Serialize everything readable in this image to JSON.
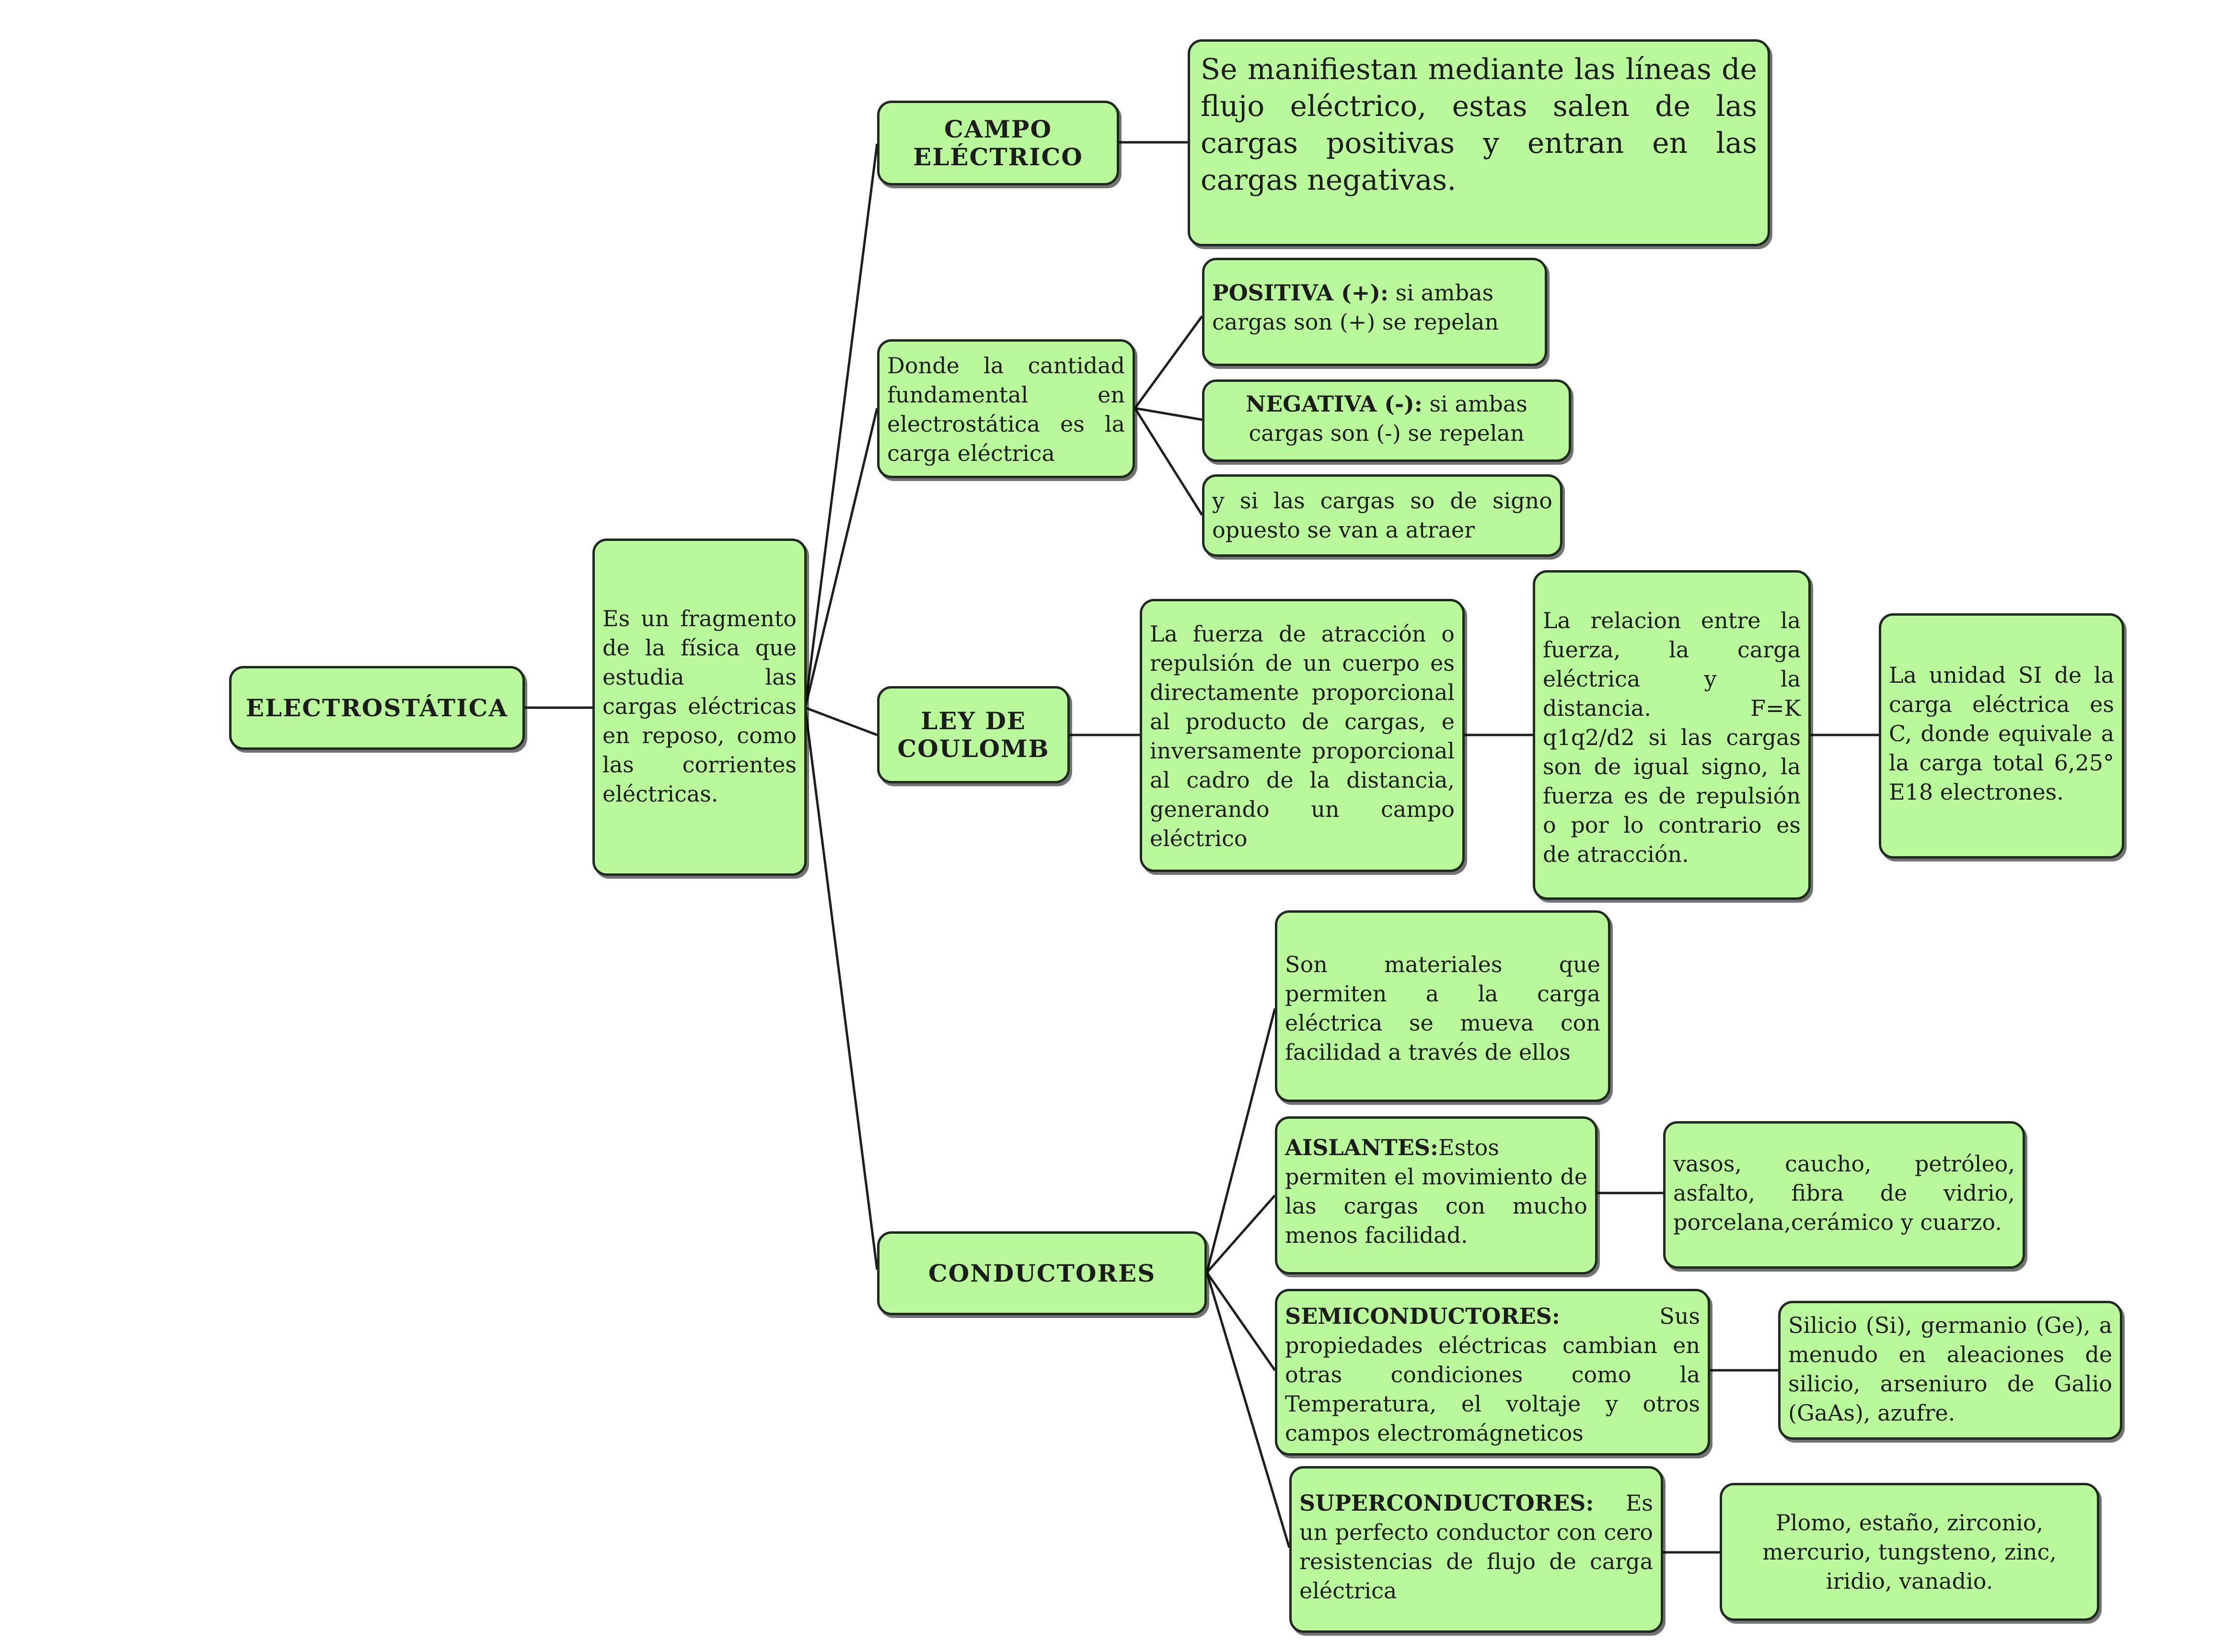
{
  "root": {
    "label": "ELECTROSTÁTICA"
  },
  "definition": {
    "text": "Es un fragmento de la física que estudia las cargas eléctricas en reposo, como las corrientes eléctricas."
  },
  "campo": {
    "title": "CAMPO ELÉCTRICO",
    "desc": "Se manifiestan mediante las líneas de flujo eléctrico, estas salen de las cargas positivas y entran en las cargas negativas."
  },
  "carga": {
    "desc": "Donde la cantidad fundamental en electrostática es la carga eléctrica",
    "positiva": {
      "lead": "POSITIVA (+):",
      "text": " si ambas cargas son (+) se repelan"
    },
    "negativa": {
      "lead": "NEGATIVA (-):",
      "text": " si ambas cargas son (-) se repelan"
    },
    "opuesto": "y si las cargas so de signo opuesto se van a atraer"
  },
  "coulomb": {
    "title": "LEY DE COULOMB",
    "fuerza": "La fuerza de atracción o repulsión de un cuerpo es directamente proporcional al producto de cargas, e inversamente proporcional al cadro de la distancia, generando un campo eléctrico",
    "relacion": "La relacion entre la fuerza, la carga eléctrica y la distancia. F=K q1q2/d2 si las cargas son de igual signo, la fuerza es de repulsión o por lo contrario es de atracción.",
    "unidad": "La unidad SI de la carga eléctrica es C, donde equivale a la carga total 6,25° E18 electrones."
  },
  "conductores": {
    "title": "CONDUCTORES",
    "desc": "Son materiales que permiten a la carga eléctrica se mueva con facilidad a través de ellos",
    "aislantes": {
      "lead": "AISLANTES:",
      "text": "Estos permiten el movimiento de las cargas con mucho menos facilidad.",
      "examples": "vasos, caucho, petróleo, asfalto, fibra de vidrio, porcelana,cerámico y cuarzo."
    },
    "semiconductores": {
      "lead": "SEMICONDUCTORES:",
      "text": " Sus propiedades eléctricas cambian en otras condiciones como la Temperatura, el voltaje y otros campos electromágneticos",
      "examples": "Silicio (Si), germanio (Ge), a menudo en aleaciones de silicio, arseniuro de Galio (GaAs), azufre."
    },
    "superconductores": {
      "lead": "SUPERCONDUCTORES:",
      "text": " Es un perfecto conductor con cero resistencias de flujo de carga eléctrica",
      "examples": "Plomo, estaño, zirconio, mercurio, tungsteno, zinc, iridio, vanadio."
    }
  }
}
